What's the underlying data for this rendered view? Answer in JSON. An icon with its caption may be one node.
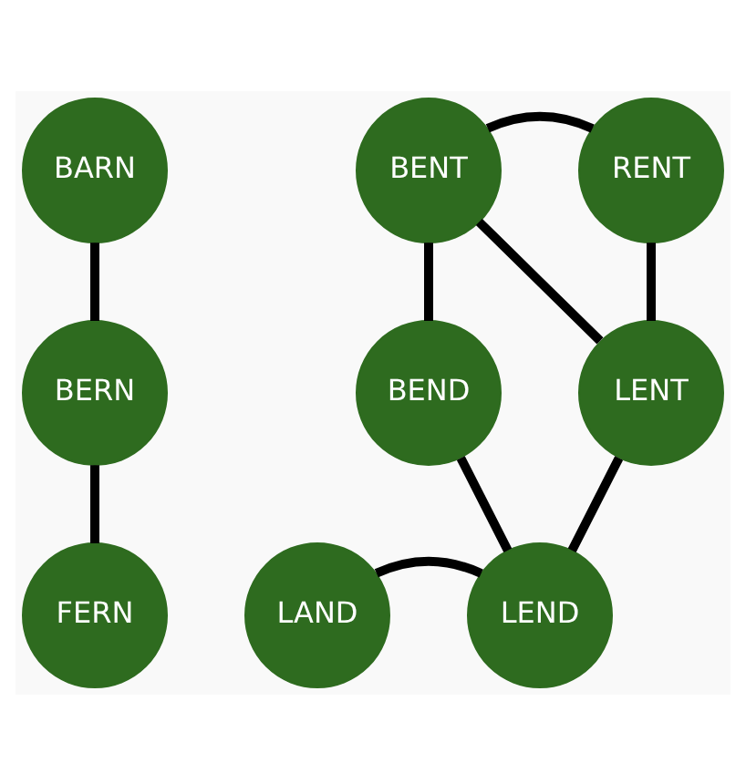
{
  "diagram": {
    "nodes": [
      {
        "text": [
          "BARN"
        ]
      },
      {
        "text": [
          "BENT"
        ]
      },
      {
        "text": [
          "RENT"
        ]
      },
      {
        "text": [
          "BERN"
        ]
      },
      {
        "text": [
          "BEND"
        ]
      },
      {
        "text": [
          "LENT"
        ]
      },
      {
        "text": [
          "FERN"
        ]
      },
      {
        "text": [
          "LAND"
        ]
      },
      {
        "text": [
          "LEND"
        ]
      }
    ],
    "edges": [
      {
        "from": 0,
        "to": 3,
        "arrow": "none"
      },
      {
        "from": 3,
        "to": 6,
        "arrow": "none"
      },
      {
        "from": 1,
        "to": 2,
        "arrow": "none"
      },
      {
        "from": 1,
        "to": 4,
        "arrow": "none"
      },
      {
        "from": 1,
        "to": 5,
        "arrow": "none"
      },
      {
        "from": 2,
        "to": 5,
        "arrow": "none"
      },
      {
        "from": 4,
        "to": 8,
        "arrow": "none"
      },
      {
        "from": 5,
        "to": 8,
        "arrow": "none"
      },
      {
        "from": 7,
        "to": 8,
        "arrow": "none"
      }
    ]
  }
}
